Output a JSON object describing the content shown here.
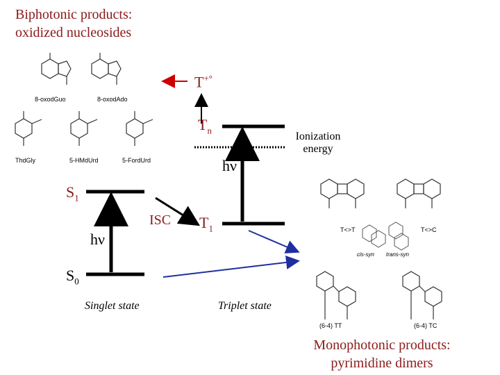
{
  "biphotonic": {
    "title_line1": "Biphotonic products:",
    "title_line2": "oxidized nucleosides",
    "structures": [
      {
        "label": "8-oxodGuo"
      },
      {
        "label": "8-oxodAdo"
      },
      {
        "label": "ThdGly"
      },
      {
        "label": "5-HMdUrd"
      },
      {
        "label": "5-FordUrd"
      }
    ]
  },
  "levels": {
    "t_radical": "T",
    "t_radical_sup": "+°",
    "tn": "T",
    "tn_sub": "n",
    "ionization_line1": "Ionization",
    "ionization_line2": "energy",
    "hv_right": "hν",
    "s1": "S",
    "s1_sub": "1",
    "isc": "ISC",
    "t1": "T",
    "t1_sub": "1",
    "hv_left": "hν",
    "s0": "S",
    "s0_sub": "0",
    "singlet_caption": "Singlet state",
    "triplet_caption": "Triplet state"
  },
  "monophotonic": {
    "title_line1": "Monophotonic products:",
    "title_line2": "pyrimidine dimers",
    "structures": [
      {
        "label": "T<>T"
      },
      {
        "label": "T<>C"
      },
      {
        "label": "cis-syn"
      },
      {
        "label": "trans-syn"
      },
      {
        "label": "(6-4) TT"
      },
      {
        "label": "(6-4) TC"
      }
    ]
  },
  "colors": {
    "title": "#8b1a1a",
    "arrow_red": "#cc0000",
    "arrow_blue": "#1f2fa0",
    "level_line": "#000000"
  }
}
